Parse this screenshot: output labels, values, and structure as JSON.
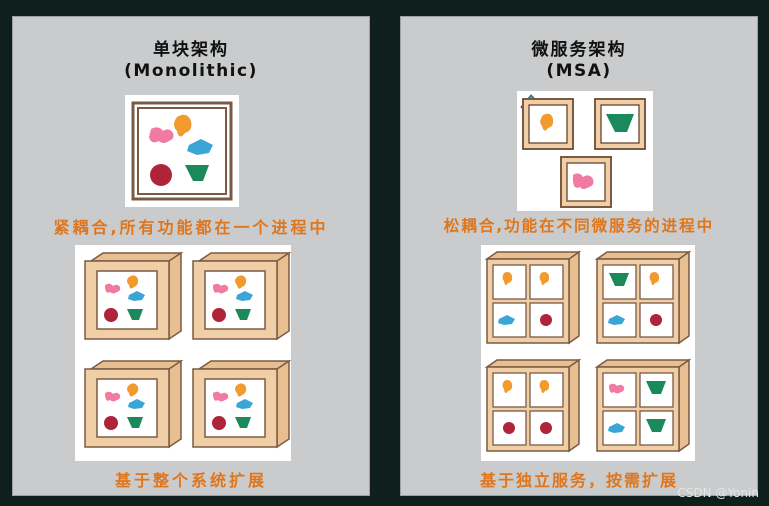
{
  "left": {
    "title_cn": "单块架构",
    "title_en": "(Monolithic)",
    "caption_top": "紧耦合,所有功能都在一个进程中",
    "caption_bottom": "基于整个系统扩展"
  },
  "right": {
    "title_cn": "微服务架构",
    "title_en": "(MSA)",
    "caption_top": "松耦合,功能在不同微服务的进程中",
    "caption_bottom": "基于独立服务，按需扩展"
  },
  "watermark": "CSDN @Yonin",
  "colors": {
    "frame": "#f1cfa6",
    "frame_stroke": "#7a5a44",
    "orange": "#f39a2e",
    "pink": "#f07aa0",
    "blue": "#3aa6d6",
    "red": "#b0243a",
    "green": "#1a8a5a",
    "caption": "#e0761c"
  }
}
